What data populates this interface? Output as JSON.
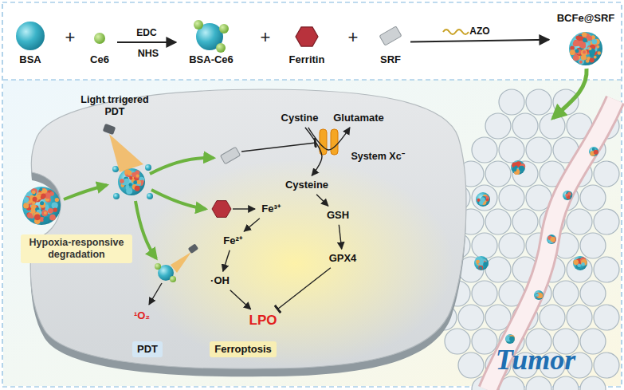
{
  "diagram": {
    "nodes": [
      {
        "text": [
          "BSA"
        ]
      },
      {
        "text": [
          "Ce6"
        ]
      },
      {
        "text": [
          "BSA-Ce6"
        ]
      },
      {
        "text": [
          "Ferritin"
        ]
      },
      {
        "text": [
          "SRF"
        ]
      },
      {
        "text": [
          "BCFe@SRF"
        ]
      },
      {
        "text": [
          "Hypoxia-responsive degradation"
        ]
      },
      {
        "text": [
          "Cystine"
        ]
      },
      {
        "text": [
          "Glutamate"
        ]
      },
      {
        "text": [
          "Cysteine"
        ]
      },
      {
        "text": [
          "Fe³⁺"
        ]
      },
      {
        "text": [
          "Fe²⁺"
        ]
      },
      {
        "text": [
          "GSH"
        ]
      },
      {
        "text": [
          "GPX4"
        ]
      },
      {
        "text": [
          "·OH"
        ]
      },
      {
        "text": [
          "¹O₂"
        ]
      },
      {
        "text": [
          "LPO"
        ]
      },
      {
        "text": [
          "PDT"
        ]
      },
      {
        "text": [
          "Ferroptosis"
        ]
      }
    ],
    "edges": [
      {
        "from": 1,
        "to": 2,
        "arrow": "to",
        "label": "EDC"
      },
      {
        "from": 4,
        "to": 5,
        "arrow": "to",
        "label": "AZO"
      },
      {
        "from": 7,
        "to": 8,
        "arrow": "to"
      },
      {
        "from": 7,
        "to": 9,
        "arrow": "to"
      },
      {
        "from": 9,
        "to": 12,
        "arrow": "to"
      },
      {
        "from": 12,
        "to": 13,
        "arrow": "to"
      },
      {
        "from": 13,
        "to": 16,
        "arrow": "to"
      },
      {
        "from": 10,
        "to": 11,
        "arrow": "to"
      },
      {
        "from": 11,
        "to": 14,
        "arrow": "to"
      },
      {
        "from": 14,
        "to": 16,
        "arrow": "to"
      }
    ],
    "labels": [
      "+",
      "NHS",
      "+",
      "+",
      "Light trrigered PDT",
      "Tumor",
      "System Xc⁻"
    ]
  }
}
